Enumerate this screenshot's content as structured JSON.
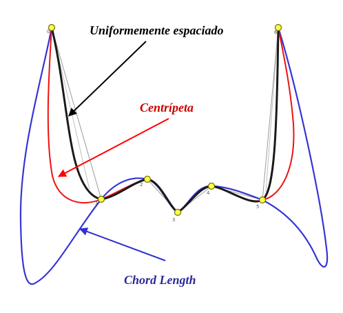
{
  "labels": {
    "uniform": "Uniformemente espaciado",
    "centripetal": "Centrípeta",
    "chord": "Chord Length"
  },
  "colors": {
    "uniform": "#000000",
    "centripetal": "#ff0000",
    "chord": "#3030d0",
    "polygon": "#909090",
    "control_point_fill": "#ffff40",
    "control_point_stroke": "#707000"
  },
  "control_points": {
    "count": 7
  }
}
